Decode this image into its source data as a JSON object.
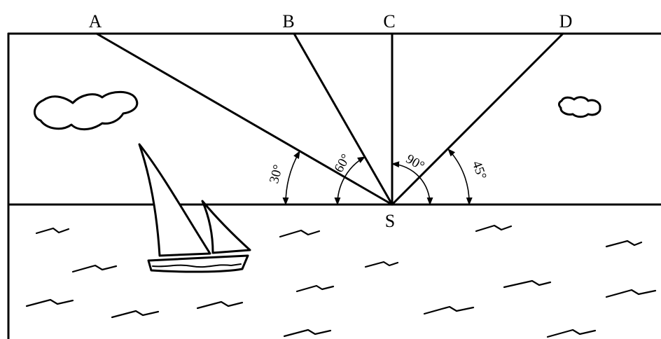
{
  "points": {
    "a": "A",
    "b": "B",
    "c": "C",
    "d": "D",
    "s": "S"
  },
  "angles": {
    "a": "30°",
    "b": "60°",
    "c": "90°",
    "d": "45°"
  },
  "colors": {
    "ink": "#000000",
    "background": "#ffffff"
  }
}
